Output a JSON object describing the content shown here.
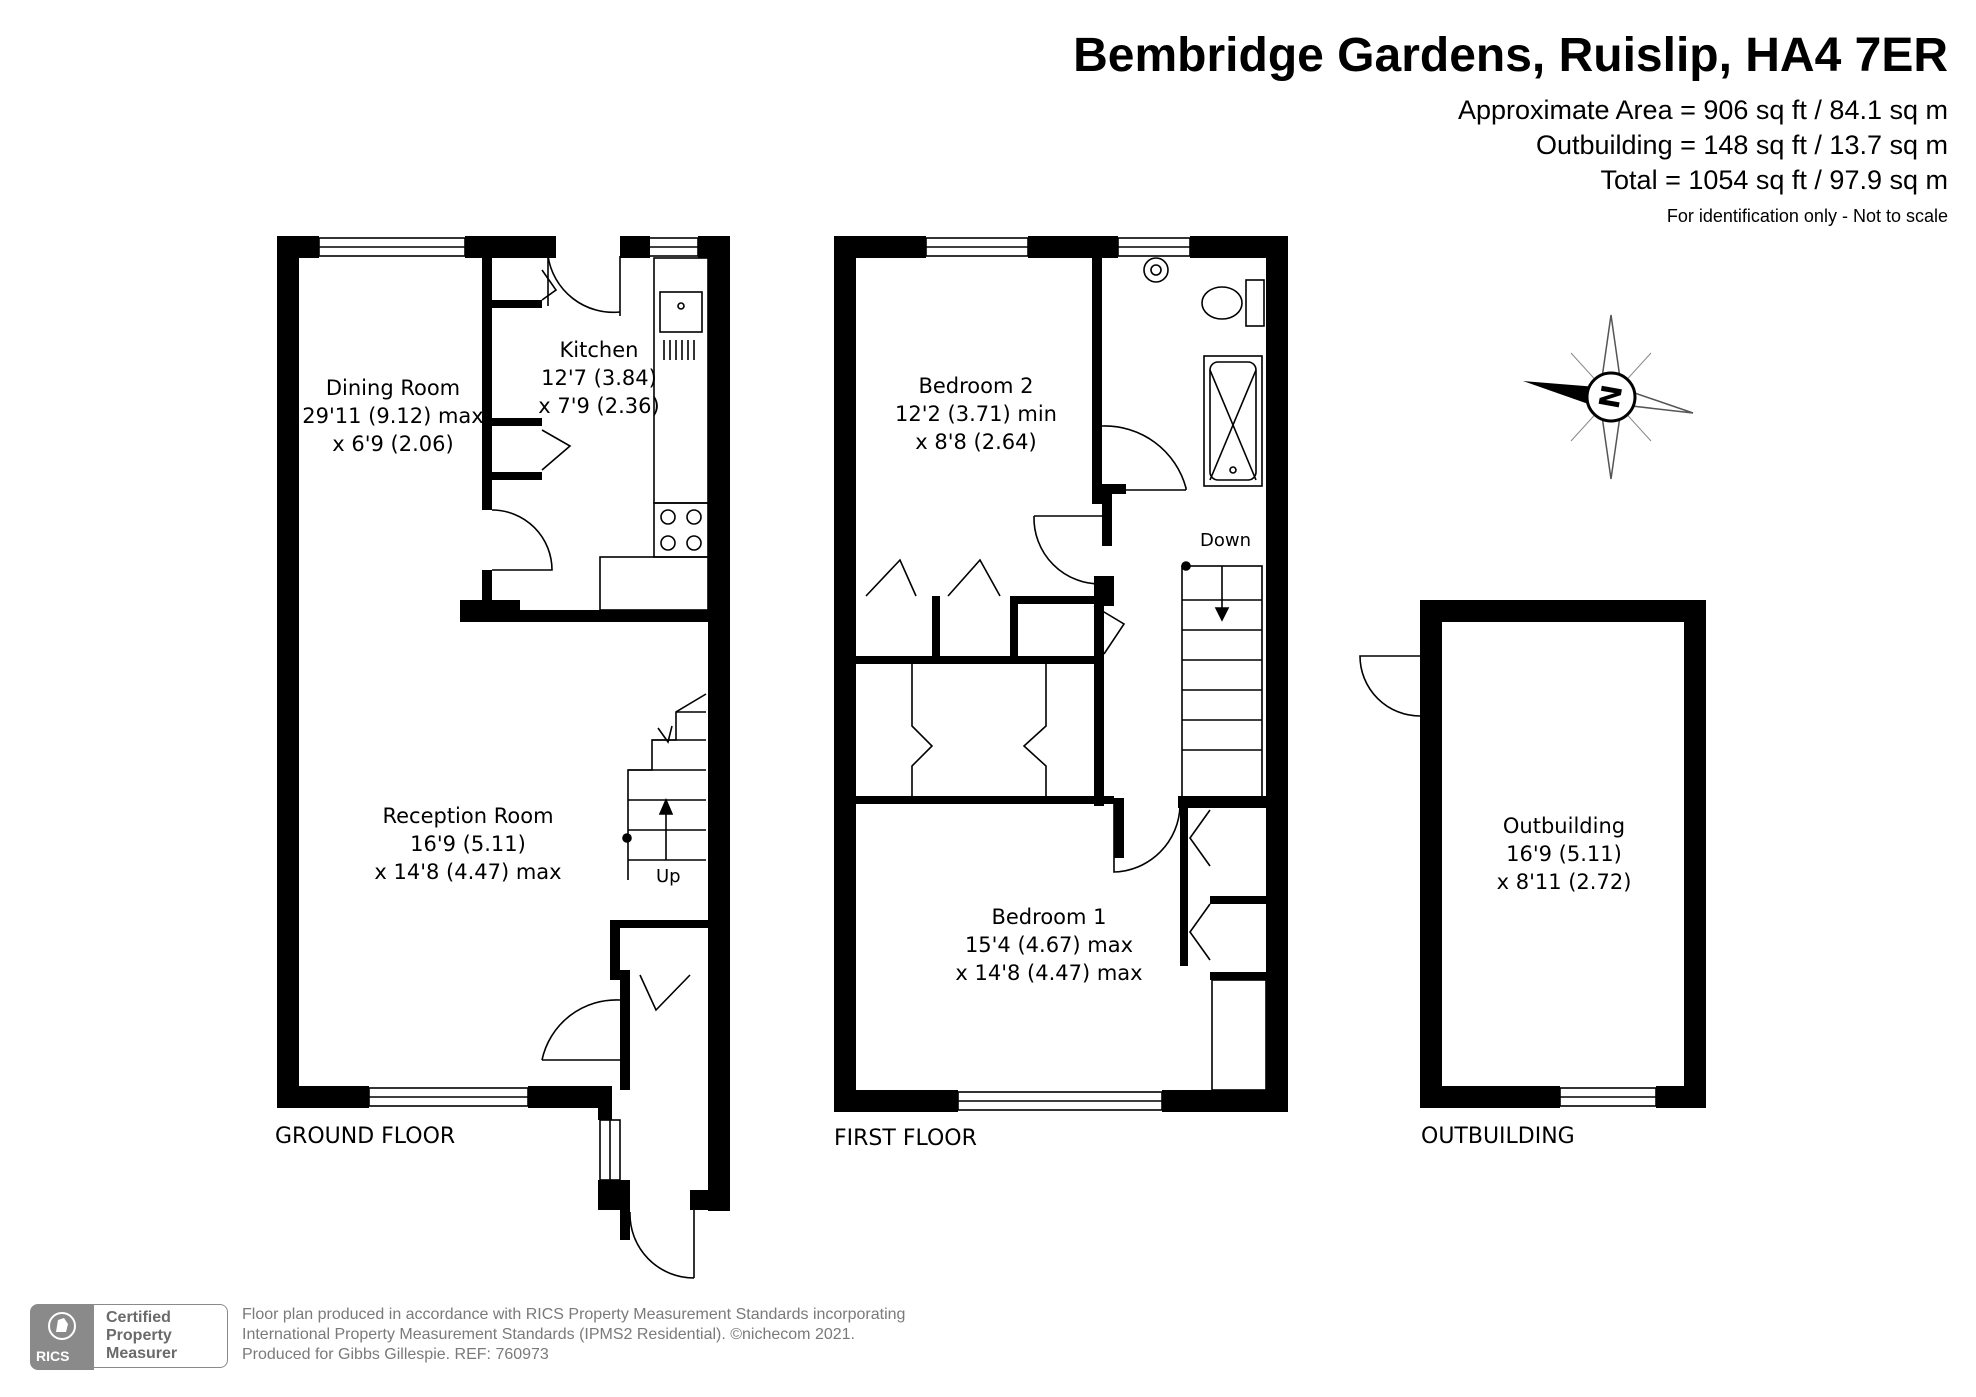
{
  "header": {
    "title": "Bembridge Gardens, Ruislip, HA4 7ER",
    "area_lines": [
      "Approximate Area = 906 sq ft / 84.1 sq m",
      "Outbuilding = 148 sq ft / 13.7 sq m",
      "Total = 1054 sq ft / 97.9 sq m"
    ],
    "note": "For identification only - Not to scale"
  },
  "floors": {
    "ground": "GROUND FLOOR",
    "first": "FIRST FLOOR",
    "outbuilding": "OUTBUILDING"
  },
  "rooms": {
    "dining": [
      "Dining Room",
      "29'11 (9.12) max",
      "x 6'9 (2.06)"
    ],
    "kitchen": [
      "Kitchen",
      "12'7 (3.84)",
      "x 7'9 (2.36)"
    ],
    "reception": [
      "Reception Room",
      "16'9 (5.11)",
      "x 14'8 (4.47) max"
    ],
    "bedroom2": [
      "Bedroom 2",
      "12'2 (3.71) min",
      "x 8'8 (2.64)"
    ],
    "bedroom1": [
      "Bedroom 1",
      "15'4 (4.67) max",
      "x 14'8 (4.47) max"
    ],
    "outbuilding": [
      "Outbuilding",
      "16'9 (5.11)",
      "x 8'11 (2.72)"
    ]
  },
  "stairs": {
    "up": "Up",
    "down": "Down"
  },
  "compass": {
    "letter": "N",
    "icon": "compass-north-icon"
  },
  "footer": {
    "lines": [
      "Floor plan produced in accordance with RICS Property Measurement Standards incorporating",
      "International Property Measurement Standards (IPMS2 Residential).  ©nichecom 2021.",
      "Produced for Gibbs Gillespie.   REF:  760973"
    ],
    "badge_word": "RICS",
    "badge_lines": [
      "Certified",
      "Property",
      "Measurer"
    ]
  },
  "colors": {
    "wall": "#000000",
    "badge": "#8a8a8a",
    "footer_text": "#7a7a7a"
  }
}
